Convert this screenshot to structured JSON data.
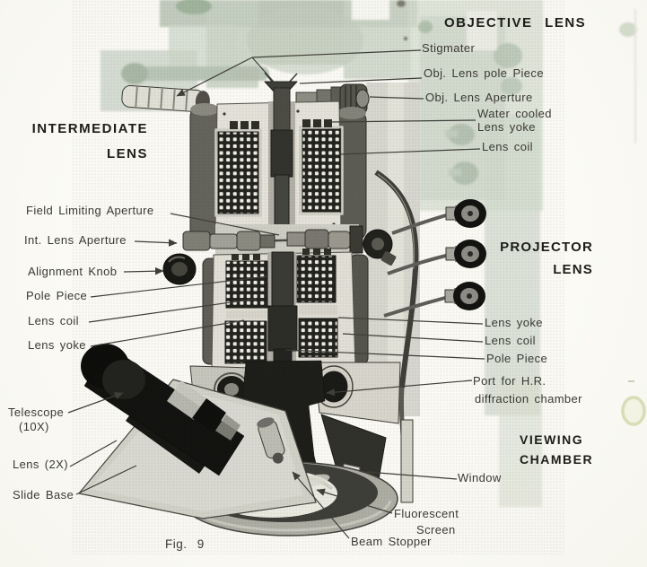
{
  "figure": {
    "caption": "Fig. 9"
  },
  "sections": {
    "objective_lens": "OBJECTIVE LENS",
    "intermediate_lens": [
      "INTERMEDIATE",
      "LENS"
    ],
    "projector_lens": [
      "PROJECTOR",
      "LENS"
    ],
    "viewing_chamber": [
      "VIEWING",
      "CHAMBER"
    ]
  },
  "labels": {
    "stigmater": "Stigmater",
    "obj_lens_pole_piece": "Obj. Lens pole Piece",
    "obj_lens_aperture": "Obj. Lens Aperture",
    "water_cooled_lens_yoke": [
      "Water cooled",
      "Lens yoke"
    ],
    "objective_lens_coil": "Lens coil",
    "field_limiting_aperture": "Field Limiting Aperture",
    "int_lens_aperture": "Int. Lens Aperture",
    "alignment_knob": "Alignment Knob",
    "intermediate_pole_piece": "Pole Piece",
    "intermediate_lens_coil": "Lens coil",
    "intermediate_lens_yoke": "Lens yoke",
    "telescope": [
      "Telescope",
      "(10X)"
    ],
    "lens_2x": "Lens (2X)",
    "slide_base": "Slide Base",
    "projector_lens_yoke": "Lens yoke",
    "projector_lens_coil": "Lens coil",
    "projector_pole_piece": "Pole Piece",
    "port_hr": [
      "Port for H.R.",
      "diffraction chamber"
    ],
    "window": "Window",
    "fluorescent_screen": [
      "Fluorescent",
      "Screen"
    ],
    "beam_stopper": "Beam Stopper"
  },
  "colors": {
    "paper": "#fbfaf5",
    "ink": "#3a3a34",
    "heading_ink": "#1d1d19",
    "ghost_green": "#c9d2c4",
    "photo_dark": "#1c1c19",
    "photo_cream": "#e3e1d8"
  }
}
